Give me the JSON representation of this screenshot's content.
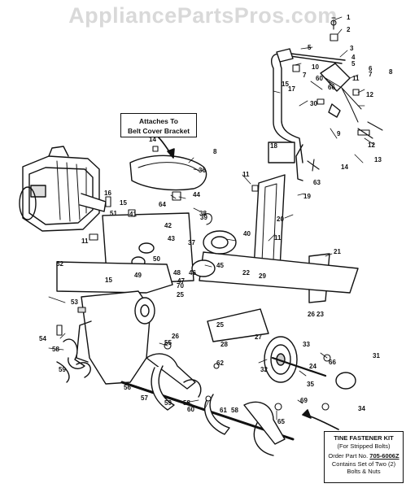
{
  "watermark": "AppliancePartsPros.com",
  "callouts": {
    "belt_cover": {
      "line1": "Attaches To",
      "line2": "Belt Cover Bracket"
    },
    "tine_kit": {
      "title": "TINE FASTENER KIT",
      "subtitle": "(For Stripped Bolts)",
      "order_prefix": "Order Part No.",
      "part_no": "705-6006Z",
      "line3": "Contains Set of Two (2)",
      "line4": "Bolts & Nuts"
    }
  },
  "part_numbers": [
    "1",
    "2",
    "3",
    "4",
    "5",
    "5",
    "6",
    "7",
    "7",
    "8",
    "8",
    "9",
    "10",
    "11",
    "11",
    "11",
    "11",
    "12",
    "12",
    "13",
    "14",
    "14",
    "15",
    "15",
    "15",
    "16",
    "17",
    "18",
    "19",
    "20",
    "21",
    "22",
    "23",
    "24",
    "25",
    "25",
    "26",
    "26",
    "27",
    "28",
    "29",
    "30",
    "31",
    "32",
    "33",
    "34",
    "35",
    "36",
    "37",
    "38",
    "39",
    "40",
    "41",
    "42",
    "43",
    "44",
    "45",
    "46",
    "47",
    "48",
    "49",
    "50",
    "51",
    "52",
    "53",
    "54",
    "55",
    "56",
    "57",
    "58",
    "58",
    "58",
    "59",
    "59",
    "60",
    "60",
    "61",
    "62",
    "63",
    "64",
    "65",
    "66",
    "66",
    "69",
    "70"
  ]
}
